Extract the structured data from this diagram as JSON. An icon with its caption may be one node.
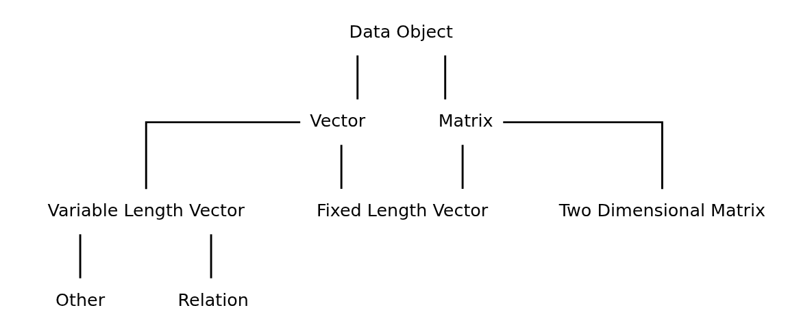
{
  "diagram": {
    "nodes": [
      {
        "text": [
          "Data Object"
        ]
      },
      {
        "text": [
          "Vector"
        ]
      },
      {
        "text": [
          "Matrix"
        ]
      },
      {
        "text": [
          "Variable Length Vector"
        ]
      },
      {
        "text": [
          "Fixed Length Vector"
        ]
      },
      {
        "text": [
          "Two Dimensional Matrix"
        ]
      },
      {
        "text": [
          "Other"
        ]
      },
      {
        "text": [
          "Relation"
        ]
      }
    ],
    "edges": [
      {
        "from": 0,
        "to": 1,
        "arrow": "none"
      },
      {
        "from": 0,
        "to": 2,
        "arrow": "none"
      },
      {
        "from": 1,
        "to": 3,
        "arrow": "none"
      },
      {
        "from": 1,
        "to": 4,
        "arrow": "none"
      },
      {
        "from": 2,
        "to": 4,
        "arrow": "none"
      },
      {
        "from": 2,
        "to": 5,
        "arrow": "none"
      },
      {
        "from": 3,
        "to": 6,
        "arrow": "none"
      },
      {
        "from": 3,
        "to": 7,
        "arrow": "none"
      }
    ]
  }
}
